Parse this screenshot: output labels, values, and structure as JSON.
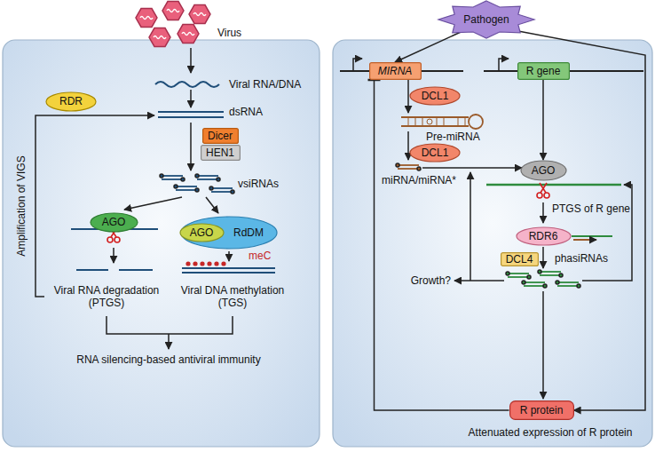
{
  "diagram": {
    "nodes": [
      {
        "text": [
          "RDR"
        ]
      },
      {
        "text": [
          "Dicer"
        ]
      },
      {
        "text": [
          "HEN1"
        ]
      },
      {
        "text": [
          "AGO"
        ]
      },
      {
        "text": [
          "RdDM"
        ]
      },
      {
        "text": [
          "AGO"
        ],
        "in": 4
      },
      {
        "text": [
          "Pathogen"
        ]
      },
      {
        "text": [
          "MIRNA"
        ]
      },
      {
        "text": [
          "R gene"
        ]
      },
      {
        "text": [
          "DCL1"
        ]
      },
      {
        "text": [
          "DCL1"
        ]
      },
      {
        "text": [
          "AGO"
        ]
      },
      {
        "text": [
          "RDR6"
        ]
      },
      {
        "text": [
          "DCL4"
        ]
      },
      {
        "text": [
          "R protein"
        ]
      }
    ],
    "edges": [
      {
        "from": 6,
        "to": 7,
        "arrow": "to"
      },
      {
        "from": 6,
        "to": 14,
        "arrow": "to"
      },
      {
        "from": 14,
        "to": 7,
        "arrow": "to"
      },
      {
        "from": 8,
        "to": 11,
        "arrow": "to"
      }
    ],
    "labels": [
      "Virus",
      "Viral RNA/DNA",
      "dsRNA",
      "vsiRNAs",
      "Amplification of VIGS",
      "meC",
      "Viral RNA degradation (PTGS)",
      "Viral DNA methylation (TGS)",
      "RNA silencing-based antiviral immunity",
      "Pre-miRNA",
      "miRNA/miRNA*",
      "PTGS of R gene",
      "phasiRNAs",
      "Growth?",
      "Attenuated expression of R protein"
    ]
  }
}
